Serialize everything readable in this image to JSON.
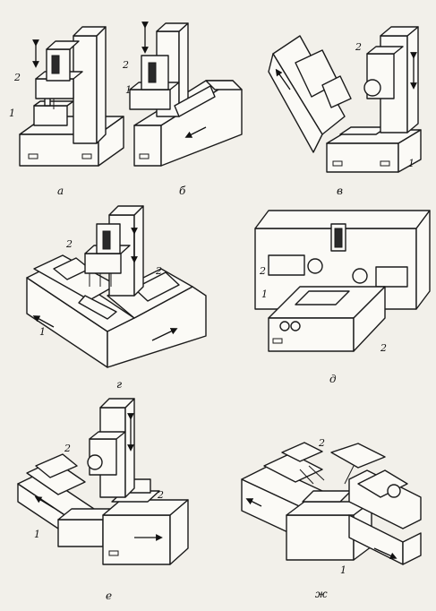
{
  "panels": [
    {
      "label": "а",
      "callouts": [
        "2",
        "1"
      ]
    },
    {
      "label": "б",
      "callouts": [
        "2",
        "1"
      ]
    },
    {
      "label": "в",
      "callouts": [
        "2",
        "1"
      ]
    },
    {
      "label": "г",
      "callouts": [
        "2",
        "2",
        "1"
      ]
    },
    {
      "label": "д",
      "callouts": [
        "2",
        "1",
        "2"
      ]
    },
    {
      "label": "е",
      "callouts": [
        "2",
        "2",
        "1"
      ]
    },
    {
      "label": "ж",
      "callouts": [
        "2",
        "1"
      ]
    }
  ]
}
